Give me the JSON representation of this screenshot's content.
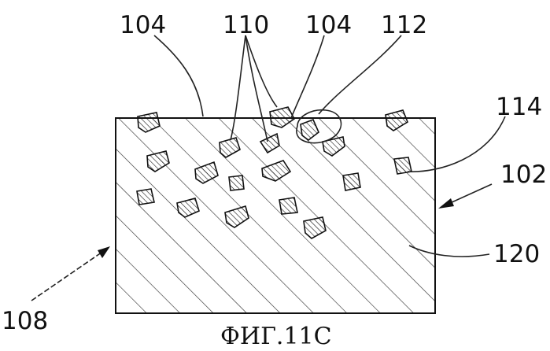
{
  "figure": {
    "caption": "ФИГ.11С",
    "labels": {
      "ref_104_left": "104",
      "ref_110": "110",
      "ref_104_right": "104",
      "ref_112": "112",
      "ref_114": "114",
      "ref_102": "102",
      "ref_120": "120",
      "ref_108": "108"
    }
  }
}
